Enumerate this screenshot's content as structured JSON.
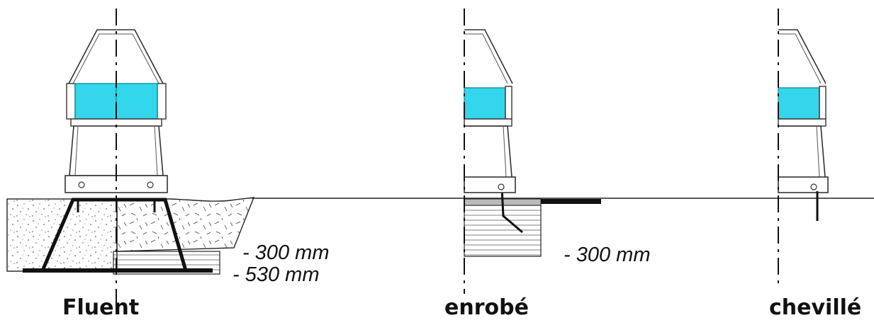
{
  "captions": {
    "fluent": "Fluent",
    "enrobe": "enrobé",
    "cheville": "chevillé"
  },
  "dimensions": {
    "fluent_depth_1": "- 300 mm",
    "fluent_depth_2": "- 530 mm",
    "enrobe_depth": "- 300 mm"
  },
  "colors": {
    "glass": "#33d6ea",
    "glass_dark": "#1aa9bd",
    "line": "#222222",
    "bar": "#111111"
  }
}
